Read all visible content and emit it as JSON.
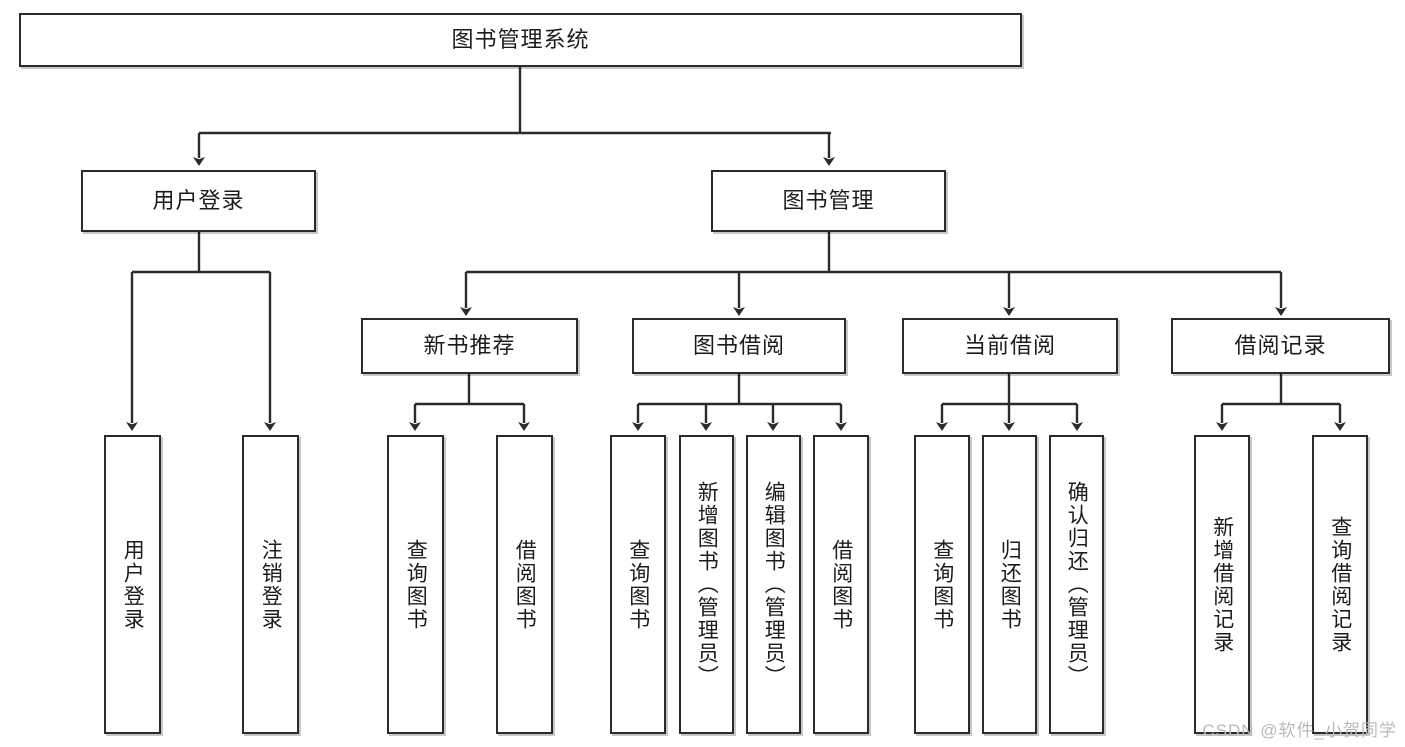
{
  "diagram": {
    "title": "图书管理系统",
    "type": "hierarchy-tree",
    "root": {
      "label": "图书管理系统"
    },
    "level1": [
      {
        "label": "用户登录"
      },
      {
        "label": "图书管理"
      }
    ],
    "level2": [
      {
        "label": "新书推荐"
      },
      {
        "label": "图书借阅"
      },
      {
        "label": "当前借阅"
      },
      {
        "label": "借阅记录"
      }
    ],
    "leaves": {
      "user_login": [
        {
          "label": "用户登录"
        },
        {
          "label": "注销登录"
        }
      ],
      "new_book_recommend": [
        {
          "label": "查询图书"
        },
        {
          "label": "借阅图书"
        }
      ],
      "book_borrow": [
        {
          "label": "查询图书"
        },
        {
          "label": "新增图书（管理员）"
        },
        {
          "label": "编辑图书（管理员）"
        },
        {
          "label": "借阅图书"
        }
      ],
      "current_borrow": [
        {
          "label": "查询图书"
        },
        {
          "label": "归还图书"
        },
        {
          "label": "确认归还（管理员）"
        }
      ],
      "borrow_record": [
        {
          "label": "新增借阅记录"
        },
        {
          "label": "查询借阅记录"
        }
      ]
    }
  },
  "watermark": {
    "text": "CSDN @软件_小贺同学"
  },
  "colors": {
    "border": "#2b2b2b",
    "background": "#ffffff",
    "text": "#1c1c1c",
    "watermark": "#b9b9b9"
  }
}
